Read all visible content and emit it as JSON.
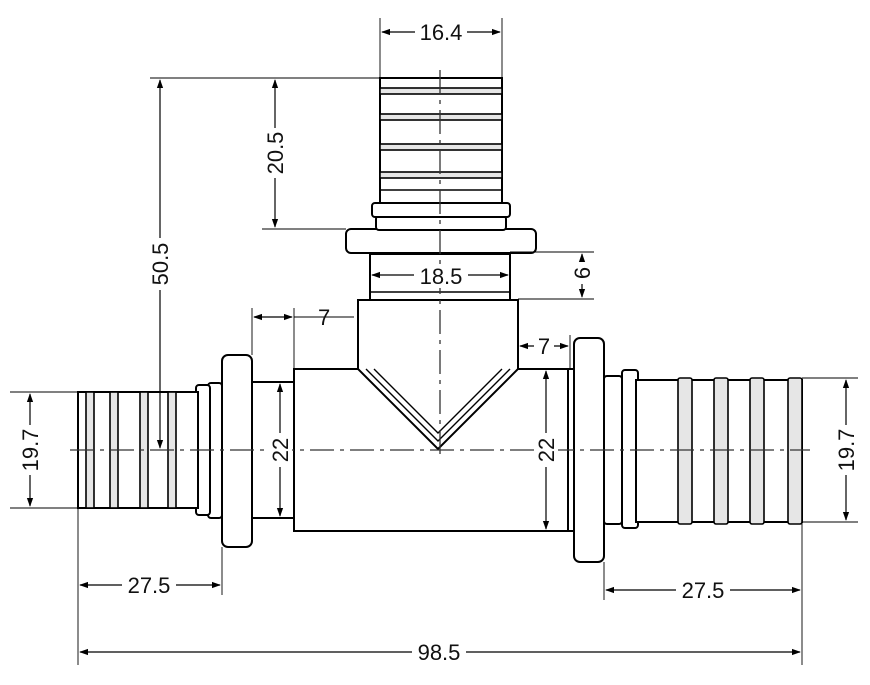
{
  "dimensions": {
    "top_outlet_diameter": "16.4",
    "top_outlet_insertion_length": "20.5",
    "total_height": "50.5",
    "top_neck_diameter": "18.5",
    "top_collar_height": "6",
    "left_body_offset": "7",
    "right_body_offset": "7",
    "left_outlet_diameter": "19.7",
    "right_outlet_diameter": "19.7",
    "left_body_diameter": "22",
    "right_body_diameter": "22",
    "left_insertion_length": "27.5",
    "right_insertion_length": "27.5",
    "total_length": "98.5"
  },
  "colors": {
    "line": "#000000",
    "background": "#ffffff",
    "groove_fill": "#e6e6e6"
  }
}
